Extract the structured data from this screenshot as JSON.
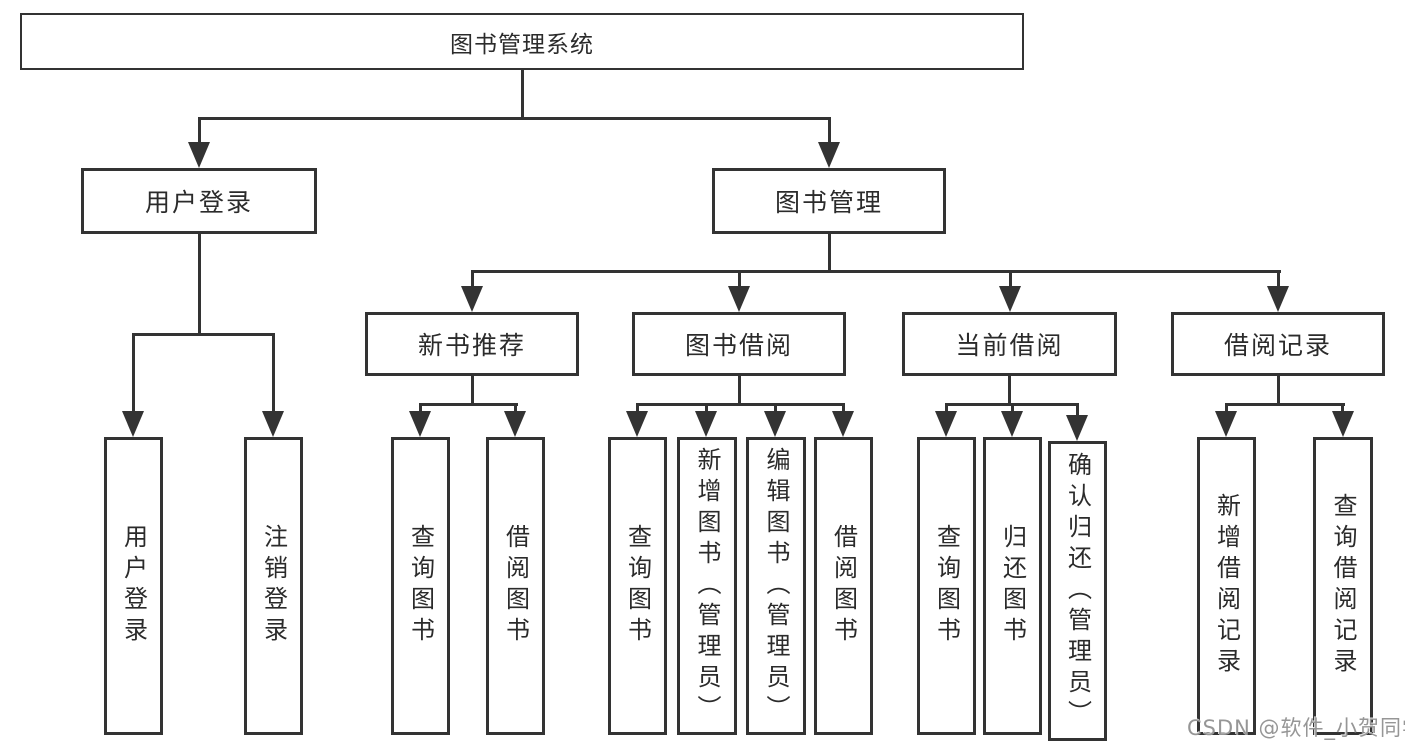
{
  "colors": {
    "line": "#333333",
    "text": "#2b2b2b",
    "watermark_text": "#969696",
    "background": "#ffffff"
  },
  "watermark": {
    "text": "CSDN @软件_小贺同学"
  },
  "tree": {
    "root": {
      "label": "图书管理系统",
      "children": [
        {
          "label": "用户登录",
          "children": [
            {
              "label": "用户登录"
            },
            {
              "label": "注销登录"
            }
          ]
        },
        {
          "label": "图书管理",
          "children": [
            {
              "label": "新书推荐",
              "children": [
                {
                  "label": "查询图书"
                },
                {
                  "label": "借阅图书"
                }
              ]
            },
            {
              "label": "图书借阅",
              "children": [
                {
                  "label": "查询图书"
                },
                {
                  "label": "新增图书（管理员）"
                },
                {
                  "label": "编辑图书（管理员）"
                },
                {
                  "label": "借阅图书"
                }
              ]
            },
            {
              "label": "当前借阅",
              "children": [
                {
                  "label": "查询图书"
                },
                {
                  "label": "归还图书"
                },
                {
                  "label": "确认归还（管理员）"
                }
              ]
            },
            {
              "label": "借阅记录",
              "children": [
                {
                  "label": "新增借阅记录"
                },
                {
                  "label": "查询借阅记录"
                }
              ]
            }
          ]
        }
      ]
    }
  }
}
